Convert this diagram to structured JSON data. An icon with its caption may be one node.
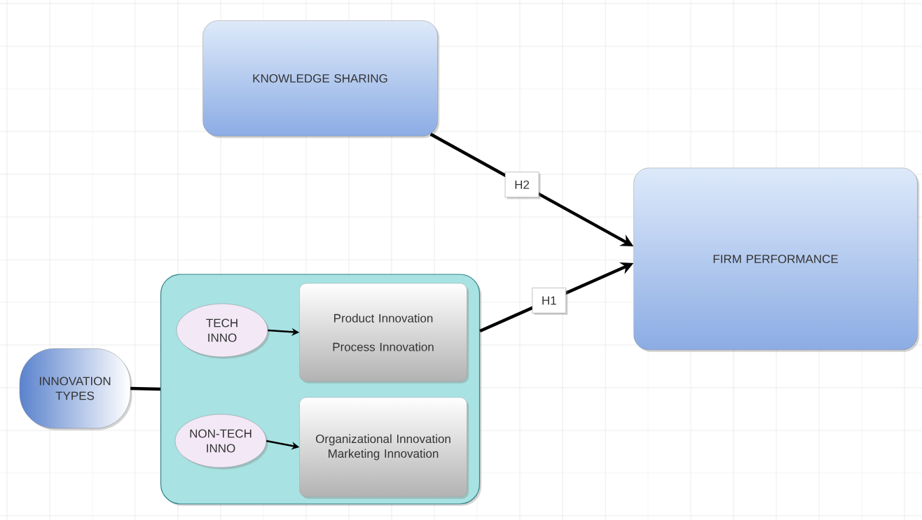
{
  "diagram": {
    "nodes": [
      {
        "text": [
          "KNOWLEDGE SHARING"
        ]
      },
      {
        "text": [
          "FIRM PERFORMANCE"
        ]
      },
      {
        "text": [
          "INNOVATION TYPES"
        ]
      },
      {
        "text": [],
        "shape": "box"
      },
      {
        "text": [
          "TECH INNO"
        ],
        "in": 3
      },
      {
        "text": [
          "Product Innovation",
          "Process Innovation"
        ],
        "in": 3
      },
      {
        "text": [
          "NON-TECH INNO"
        ],
        "in": 3
      },
      {
        "text": [
          "Organizational Innovation",
          "Marketing Innovation"
        ],
        "in": 3
      }
    ],
    "edges": [
      {
        "from": 0,
        "to": 1,
        "arrow": "to",
        "label": "H2"
      },
      {
        "from": 3,
        "to": 1,
        "arrow": "to",
        "label": "H1"
      },
      {
        "from": 2,
        "to": 3,
        "arrow": "none"
      },
      {
        "from": 4,
        "to": 5,
        "arrow": "to"
      },
      {
        "from": 6,
        "to": 7,
        "arrow": "to"
      }
    ]
  }
}
